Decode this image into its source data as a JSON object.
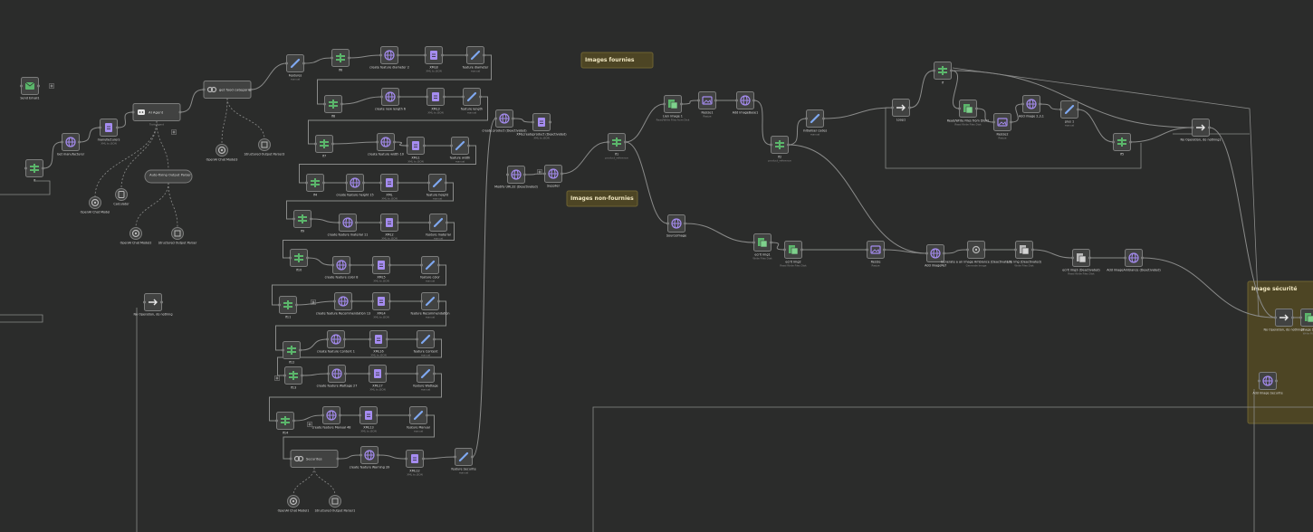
{
  "colors": {
    "background": "#2b2c2b",
    "node_fill": "#414241",
    "node_stroke": "#7c7d7c",
    "edge": "#8a8b8a",
    "label": "#dcdcdc",
    "sublabel": "#8e8e8e",
    "sticky_fill": "#4d4524",
    "sticky_stroke": "#6d6232",
    "sticky_text": "#f0e6c0",
    "icon_green": "#5bb66b",
    "icon_purple": "#a58cf0",
    "icon_blue": "#7fa8f0",
    "icon_grey": "#b8b8b8",
    "icon_white": "#e8e8e8"
  },
  "sticky_notes": {
    "images_fournies": "Images fournies",
    "images_non_fournies": "Images non-fournies",
    "image_securite": "Image sécurité"
  },
  "nodes": {
    "sendemail": {
      "label": "Send Email1",
      "sub": "",
      "icon": "mail"
    },
    "if_left": {
      "label": "If",
      "sub": "",
      "icon": "if"
    },
    "get_manufacturer": {
      "label": "Get manufacturer",
      "sub": "",
      "icon": "http"
    },
    "manufacturers": {
      "label": "manufacturers",
      "sub": "XML to JSON",
      "icon": "xml"
    },
    "ai_agent": {
      "label": "AI Agent",
      "sub": "Tools Agent",
      "icon": "robot"
    },
    "get_food_categorie": {
      "label": "get food categorie",
      "sub": "",
      "icon": "link"
    },
    "openai_model_ai": {
      "label": "OpenAI Chat Model",
      "sub": "",
      "icon": "openai"
    },
    "calculator": {
      "label": "Calculator",
      "sub": "",
      "icon": "calc"
    },
    "parser_autofix": {
      "label": "Auto-fixing Output Parser",
      "sub": "",
      "icon": "parser"
    },
    "openai_model2": {
      "label": "OpenAI Chat Model2",
      "sub": "",
      "icon": "openai"
    },
    "structured_parser_left": {
      "label": "Structured Output Parser",
      "sub": "",
      "icon": "parser"
    },
    "openai_model3": {
      "label": "OpenAI Chat Model3",
      "sub": "",
      "icon": "openai"
    },
    "structured_parser3": {
      "label": "Structured Output Parser3",
      "sub": "",
      "icon": "parser"
    },
    "noop_left": {
      "label": "No Operation, do nothing",
      "sub": "",
      "icon": "arrow"
    },
    "features": {
      "label": "Features",
      "sub": "manual",
      "icon": "pen"
    },
    "if6": {
      "label": "If6",
      "sub": "",
      "icon": "if"
    },
    "cf_diameter": {
      "label": "create feature diameter 2",
      "sub": "",
      "icon": "http"
    },
    "xml8": {
      "label": "XML8",
      "sub": "XML to JSON",
      "icon": "xml"
    },
    "ft_diameter": {
      "label": "feature diameter",
      "sub": "manual",
      "icon": "pen"
    },
    "if8": {
      "label": "If8",
      "sub": "",
      "icon": "if"
    },
    "cf_length": {
      "label": "create new length 6",
      "sub": "",
      "icon": "http"
    },
    "xml3": {
      "label": "XML3",
      "sub": "XML to JSON",
      "icon": "xml"
    },
    "ft_length": {
      "label": "feature length",
      "sub": "manual",
      "icon": "pen"
    },
    "if7": {
      "label": "If7",
      "sub": "",
      "icon": "if"
    },
    "cf_width": {
      "label": "create feature width 10",
      "sub": "",
      "icon": "http"
    },
    "xml1": {
      "label": "XML1",
      "sub": "XML to JSON",
      "icon": "xml"
    },
    "ft_width": {
      "label": "feature width",
      "sub": "manual",
      "icon": "pen"
    },
    "if4": {
      "label": "If4",
      "sub": "",
      "icon": "if"
    },
    "cf_height": {
      "label": "create feature height 15",
      "sub": "",
      "icon": "http"
    },
    "xml": {
      "label": "XML",
      "sub": "XML to JSON",
      "icon": "xml"
    },
    "ft_height": {
      "label": "feature height",
      "sub": "manual",
      "icon": "pen"
    },
    "if9": {
      "label": "If9",
      "sub": "",
      "icon": "if"
    },
    "cf_material": {
      "label": "create feature material 11",
      "sub": "",
      "icon": "http"
    },
    "xml2": {
      "label": "XML2",
      "sub": "XML to JSON",
      "icon": "xml"
    },
    "ft_material": {
      "label": "feature material",
      "sub": "manual",
      "icon": "pen"
    },
    "if10": {
      "label": "If10",
      "sub": "",
      "icon": "if"
    },
    "cf_color": {
      "label": "create feature color 8",
      "sub": "",
      "icon": "http"
    },
    "xml5": {
      "label": "XML5",
      "sub": "XML to JSON",
      "icon": "xml"
    },
    "ft_color": {
      "label": "feature color",
      "sub": "manual",
      "icon": "pen"
    },
    "if11": {
      "label": "If11",
      "sub": "",
      "icon": "if"
    },
    "cf_recommendation": {
      "label": "create feature Recommendation 13",
      "sub": "",
      "icon": "http"
    },
    "xml4": {
      "label": "XML4",
      "sub": "XML to JSON",
      "icon": "xml"
    },
    "ft_recommendation": {
      "label": "feature Recommendation",
      "sub": "manual",
      "icon": "pen"
    },
    "if12": {
      "label": "If12",
      "sub": "",
      "icon": "if"
    },
    "cf_content": {
      "label": "create feature Content 1",
      "sub": "",
      "icon": "http"
    },
    "xml16": {
      "label": "XML16",
      "sub": "XML to JSON",
      "icon": "xml"
    },
    "ft_content": {
      "label": "feature Content",
      "sub": "manual",
      "icon": "pen"
    },
    "if13": {
      "label": "If13",
      "sub": "",
      "icon": "if"
    },
    "cf_wattage": {
      "label": "create feature Wattage 27",
      "sub": "",
      "icon": "http"
    },
    "xml17": {
      "label": "XML17",
      "sub": "XML to JSON",
      "icon": "xml"
    },
    "ft_wattage": {
      "label": "feature Wattage",
      "sub": "manual",
      "icon": "pen"
    },
    "if14": {
      "label": "If14",
      "sub": "",
      "icon": "if"
    },
    "cf_manual": {
      "label": "create feature Manual 48",
      "sub": "",
      "icon": "http"
    },
    "xml13": {
      "label": "XML13",
      "sub": "XML to JSON",
      "icon": "xml"
    },
    "ft_manual": {
      "label": "feature Manual",
      "sub": "manual",
      "icon": "pen"
    },
    "securites": {
      "label": "Securites",
      "sub": "",
      "icon": "link"
    },
    "cf_warning": {
      "label": "create feature Warning 39",
      "sub": "",
      "icon": "http"
    },
    "xml12": {
      "label": "XML12",
      "sub": "XML to JSON",
      "icon": "xml"
    },
    "ft_securite": {
      "label": "feature Securite",
      "sub": "manual",
      "icon": "pen"
    },
    "openai_model1": {
      "label": "OpenAI Chat Model1",
      "sub": "",
      "icon": "openai"
    },
    "structured_parser1": {
      "label": "Structured Output Parser1",
      "sub": "",
      "icon": "parser"
    },
    "create_product": {
      "label": "create product (Deactivated)",
      "sub": "",
      "icon": "http"
    },
    "xml_to_json_product": {
      "label": "XMLcreateproduct (Deactivated)",
      "sub": "XML to JSON",
      "icon": "xml"
    },
    "modify_url": {
      "label": "Modify URL32 (Deactivated)",
      "sub": "",
      "icon": "http"
    },
    "supplier": {
      "label": "Supplier",
      "sub": "",
      "icon": "http"
    },
    "if1": {
      "label": "If1",
      "sub": "product_reference",
      "icon": "if"
    },
    "lien_image1": {
      "label": "Lien image 1",
      "sub": "Read/Write Files from Disk",
      "icon": "file"
    },
    "resize1": {
      "label": "Resize1",
      "sub": "Resize",
      "icon": "image"
    },
    "add_image_base": {
      "label": "Add imageBase1",
      "sub": "",
      "icon": "http"
    },
    "if2": {
      "label": "If2",
      "sub": "product_reference",
      "icon": "if"
    },
    "initialiser_codes": {
      "label": "initialiser codes",
      "sub": "manual",
      "icon": "pen"
    },
    "loop1": {
      "label": "Loop1",
      "sub": "",
      "icon": "arrow"
    },
    "if_right": {
      "label": "If",
      "sub": "",
      "icon": "if"
    },
    "read_write_files": {
      "label": "Read/Write Files from Disk2",
      "sub": "Read Write Files Disk",
      "icon": "file"
    },
    "resize2": {
      "label": "Resize2",
      "sub": "Resize",
      "icon": "image"
    },
    "add_image_2": {
      "label": "Add image 2,3,1",
      "sub": "",
      "icon": "http"
    },
    "plus1": {
      "label": "plus 1",
      "sub": "manual",
      "icon": "pen"
    },
    "if5": {
      "label": "If5",
      "sub": "",
      "icon": "if"
    },
    "noop_right": {
      "label": "No Operation, do nothing1",
      "sub": "",
      "icon": "arrow"
    },
    "source_image": {
      "label": "SourceImage",
      "sub": "",
      "icon": "http"
    },
    "ecrit_img1": {
      "label": "ecrit img1",
      "sub": "Write Files Disk",
      "icon": "file"
    },
    "ecrit_img2": {
      "label": "ecrit img2",
      "sub": "Read Write Files Disk",
      "icon": "file"
    },
    "resize": {
      "label": "Resize",
      "sub": "Resize",
      "icon": "image"
    },
    "add_image_ref": {
      "label": "Add imageRef",
      "sub": "",
      "icon": "http"
    },
    "generate_image": {
      "label": "Generate a an image Ambiance (Deactivated)",
      "sub": "Generate Image",
      "icon": "openai"
    },
    "lire_img": {
      "label": "Lire img (Deactivated)",
      "sub": "Write Files Disk",
      "icon": "file2"
    },
    "ecrit_img3": {
      "label": "ecrit img3 (Deactivated)",
      "sub": "Read Write Files Disk",
      "icon": "file2"
    },
    "add_image_ambiance": {
      "label": "Add imageAmbiance (Deactivated)",
      "sub": "",
      "icon": "http"
    },
    "noop_secu": {
      "label": "No Operation, do nothing2",
      "sub": "",
      "icon": "arrow"
    },
    "image_secu": {
      "label": "Image Sec",
      "sub": "Write Files",
      "icon": "file"
    },
    "add_image_secu": {
      "label": "Add Image Securite",
      "sub": "",
      "icon": "http"
    }
  },
  "edge_labels": {
    "true": "true",
    "false": "false"
  }
}
